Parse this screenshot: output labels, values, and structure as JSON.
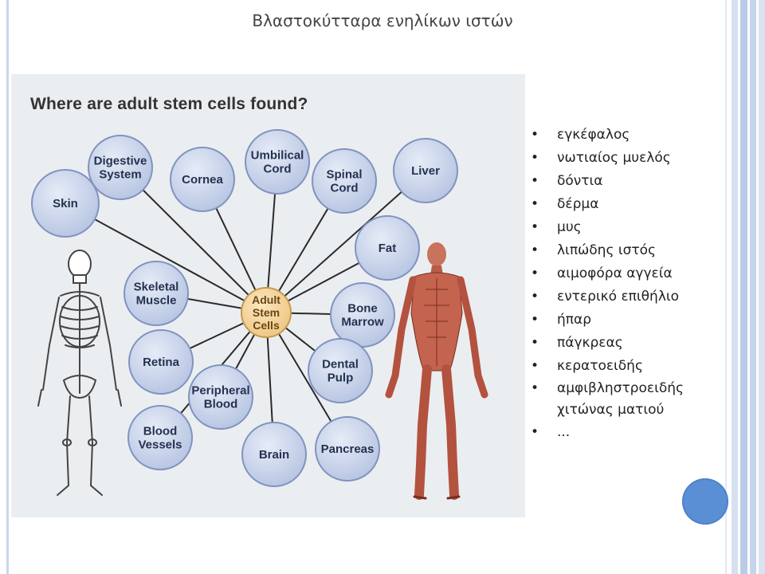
{
  "slide": {
    "title": "Βλαστοκύτταρα ενηλίκων ιστών"
  },
  "figure": {
    "heading": "Where are adult stem cells found?",
    "center_label": [
      "Adult",
      "Stem",
      "Cells"
    ],
    "nodes": [
      {
        "id": "skin",
        "label": [
          "Skin"
        ]
      },
      {
        "id": "digestive-system",
        "label": [
          "Digestive",
          "System"
        ]
      },
      {
        "id": "cornea",
        "label": [
          "Cornea"
        ]
      },
      {
        "id": "umbilical-cord",
        "label": [
          "Umbilical",
          "Cord"
        ]
      },
      {
        "id": "spinal-cord",
        "label": [
          "Spinal",
          "Cord"
        ]
      },
      {
        "id": "liver",
        "label": [
          "Liver"
        ]
      },
      {
        "id": "fat",
        "label": [
          "Fat"
        ]
      },
      {
        "id": "bone-marrow",
        "label": [
          "Bone",
          "Marrow"
        ]
      },
      {
        "id": "dental-pulp",
        "label": [
          "Dental",
          "Pulp"
        ]
      },
      {
        "id": "pancreas",
        "label": [
          "Pancreas"
        ]
      },
      {
        "id": "brain",
        "label": [
          "Brain"
        ]
      },
      {
        "id": "peripheral-blood",
        "label": [
          "Peripheral",
          "Blood"
        ]
      },
      {
        "id": "blood-vessels",
        "label": [
          "Blood",
          "Vessels"
        ]
      },
      {
        "id": "retina",
        "label": [
          "Retina"
        ]
      },
      {
        "id": "skeletal-muscle",
        "label": [
          "Skeletal",
          "Muscle"
        ]
      }
    ],
    "colors": {
      "node_fill": "#c8d3ea",
      "node_stroke": "#8193bf",
      "center_fill": "#f5d9a0",
      "spoke": "#2a2a2a"
    }
  },
  "bullets": [
    "εγκέφαλος",
    "νωτιαίος μυελός",
    "δόντια",
    "δέρμα",
    "μυς",
    "λιπώδης ιστός",
    "αιμοφόρα αγγεία",
    "εντερικό επιθήλιο",
    "ήπαρ",
    "πάγκρεας",
    "κερατοειδής",
    "αμφιβληστροειδής χιτώνας ματιού",
    "..."
  ],
  "decoration": {
    "accent_circle_color": "#5a8fd6"
  }
}
